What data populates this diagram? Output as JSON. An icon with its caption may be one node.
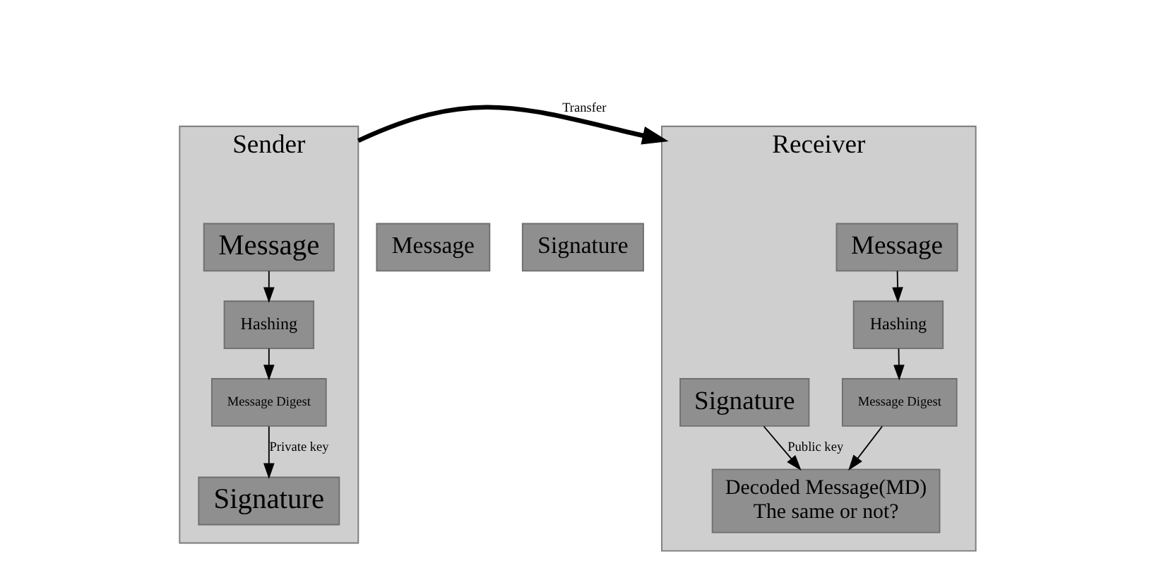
{
  "diagram": {
    "nodes": [
      {
        "text": [
          "Sender"
        ]
      },
      {
        "text": [
          "Message"
        ],
        "in": 0
      },
      {
        "text": [
          "Hashing"
        ],
        "in": 0
      },
      {
        "text": [
          "Message Digest"
        ],
        "in": 0
      },
      {
        "text": [
          "Signature"
        ],
        "in": 0
      },
      {
        "text": [
          "Message"
        ]
      },
      {
        "text": [
          "Signature"
        ]
      },
      {
        "text": [
          "Receiver"
        ]
      },
      {
        "text": [
          "Message"
        ],
        "in": 7
      },
      {
        "text": [
          "Signature"
        ],
        "in": 7
      },
      {
        "text": [
          "Hashing"
        ],
        "in": 7
      },
      {
        "text": [
          "Message Digest"
        ],
        "in": 7
      },
      {
        "text": [
          "Decoded Message(MD)",
          "The same or not?"
        ],
        "in": 7
      }
    ],
    "edges": [
      {
        "from": 1,
        "to": 2,
        "arrow": "to"
      },
      {
        "from": 2,
        "to": 3,
        "arrow": "to"
      },
      {
        "from": 3,
        "to": 4,
        "arrow": "to",
        "label": "Private key"
      },
      {
        "from": 0,
        "to": 7,
        "arrow": "to",
        "label": "Transfer",
        "style": "thick"
      },
      {
        "from": 8,
        "to": 10,
        "arrow": "to"
      },
      {
        "from": 10,
        "to": 11,
        "arrow": "to"
      },
      {
        "from": 11,
        "to": 12,
        "arrow": "to"
      },
      {
        "from": 9,
        "to": 12,
        "arrow": "to",
        "label": "Public key"
      }
    ]
  }
}
